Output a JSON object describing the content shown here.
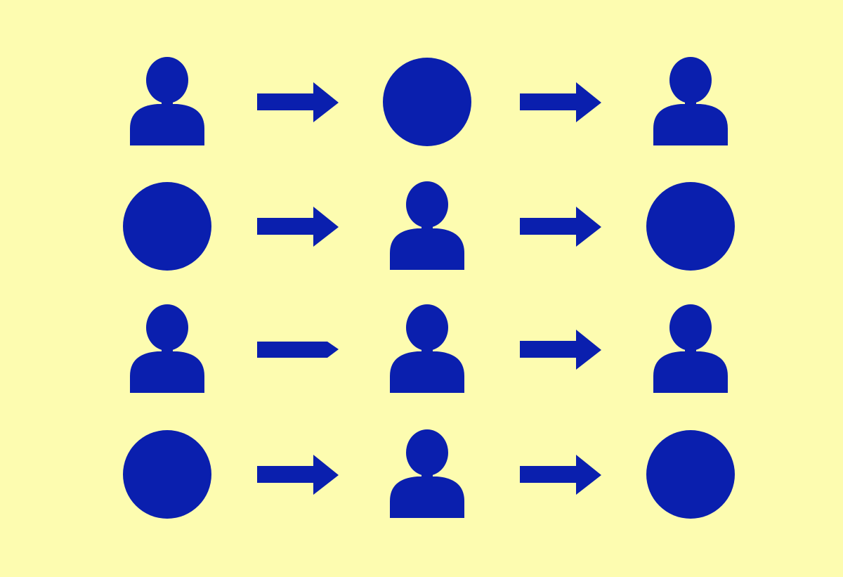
{
  "colors": {
    "background": "#fdfcb0",
    "symbol": "#0a1fae"
  },
  "rows": [
    [
      "person",
      "arrow",
      "circle",
      "arrow",
      "person"
    ],
    [
      "circle",
      "arrow",
      "person",
      "arrow",
      "circle"
    ],
    [
      "person",
      "short-arrow",
      "person",
      "arrow",
      "person"
    ],
    [
      "circle",
      "arrow",
      "person",
      "arrow",
      "circle"
    ]
  ]
}
